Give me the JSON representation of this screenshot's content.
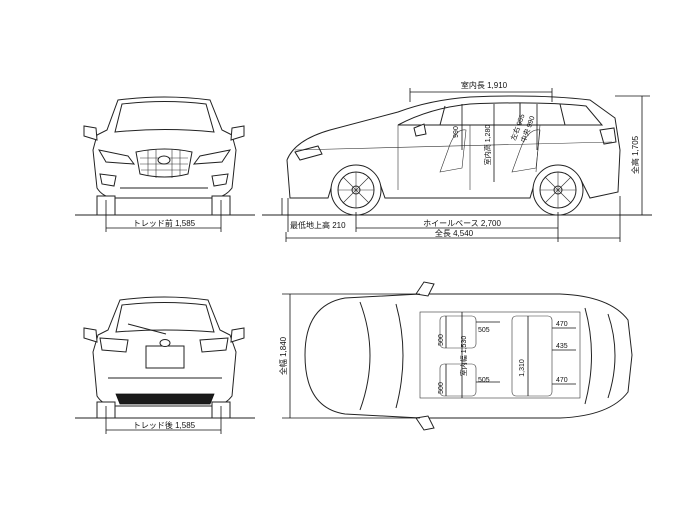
{
  "labels": {
    "tread_front": "トレッド前 1,585",
    "tread_rear": "トレッド後 1,585",
    "ground_clearance": "最低地上高 210",
    "wheelbase": "ホイールベース 2,700",
    "overall_length": "全長 4,540",
    "overall_height": "全高 1,705",
    "overall_width": "全幅 1,840",
    "interior_length": "室内長 1,910",
    "interior_height": "室内高 1,280",
    "interior_width": "室内幅 1,530",
    "headroom_front": "990",
    "headroom_lr": "左右 955",
    "headroom_center": "中央 990",
    "seat_front_top": "505",
    "seat_front_bottom": "505",
    "seat_depth_top": "500",
    "seat_depth_bottom": "500",
    "seat_rear_top": "470",
    "seat_rear_mid": "435",
    "seat_rear_bottom": "470",
    "seat_rear_width": "1,310"
  }
}
